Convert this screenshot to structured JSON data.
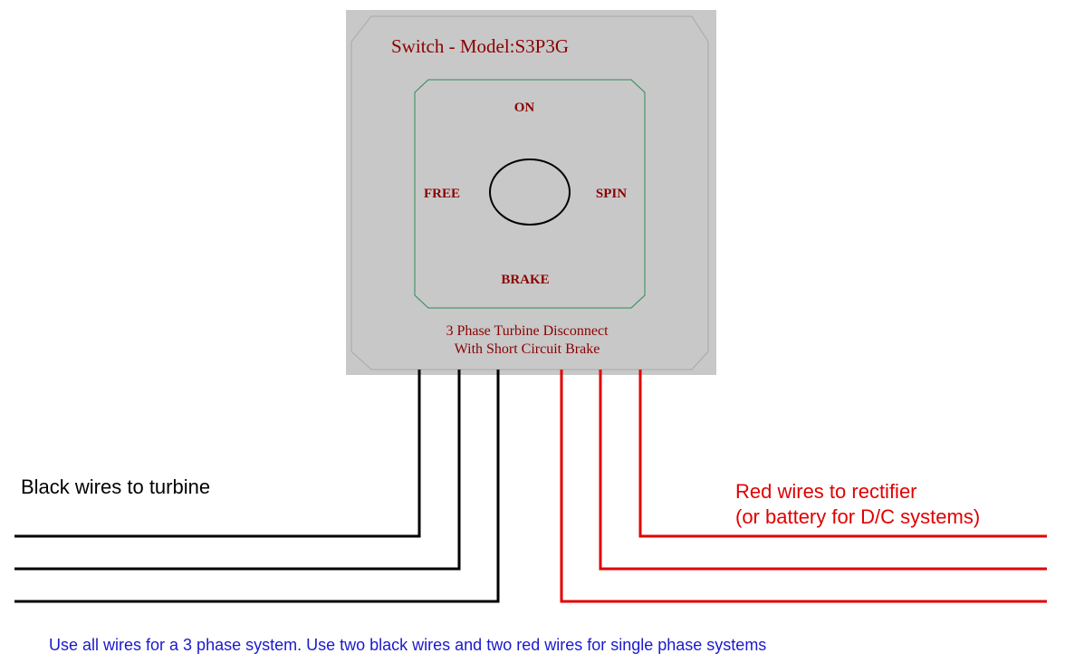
{
  "switch": {
    "model_title": "Switch - Model:S3P3G",
    "positions": {
      "on": "ON",
      "free": "FREE",
      "spin": "SPIN",
      "brake": "BRAKE"
    },
    "description_line1": "3 Phase Turbine Disconnect",
    "description_line2": "With Short Circuit Brake"
  },
  "labels": {
    "black_wires": "Black wires to turbine",
    "red_wires_line1": "Red wires to rectifier",
    "red_wires_line2": "(or battery for D/C systems)",
    "footer_note": "Use all wires for a 3 phase system. Use two black wires and two red wires for single phase systems"
  },
  "colors": {
    "panel_fill": "#c8c8c8",
    "panel_edge": "#a8a8a8",
    "face_border": "#2e8b57",
    "label_text": "#8b0000",
    "black_wire": "#000000",
    "red_wire": "#e00000",
    "footer_text": "#1a1acd"
  }
}
